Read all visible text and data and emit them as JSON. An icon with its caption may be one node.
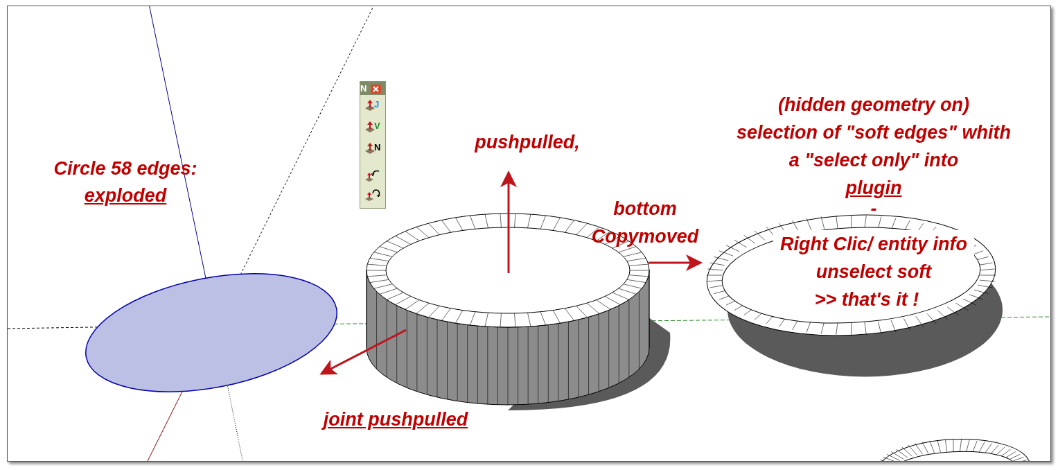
{
  "diagram": {
    "nodes": [
      {
        "text": [],
        "shape": "circle"
      },
      {
        "text": [],
        "shape": "cylinder"
      },
      {
        "text": [],
        "shape": "ring"
      },
      {
        "text": [],
        "shape": "ring"
      }
    ],
    "edges": [
      {
        "from": 1,
        "to": null,
        "arrow": "to"
      },
      {
        "from": 1,
        "to": 2,
        "arrow": "to"
      },
      {
        "from": 1,
        "to": 0,
        "arrow": "to"
      }
    ],
    "labels": [
      "N",
      "J",
      "V",
      "N",
      "pushpulled,",
      "(hidden geometry on) selection of \"soft edges\" whith a \"select only\" into",
      "plugin",
      "Circle 58 edges:",
      "exploded",
      "bottom Copymoved",
      "-",
      "Right Clic/ entity info",
      "unselect soft",
      ">> that's it !",
      "joint pushpulled"
    ]
  }
}
